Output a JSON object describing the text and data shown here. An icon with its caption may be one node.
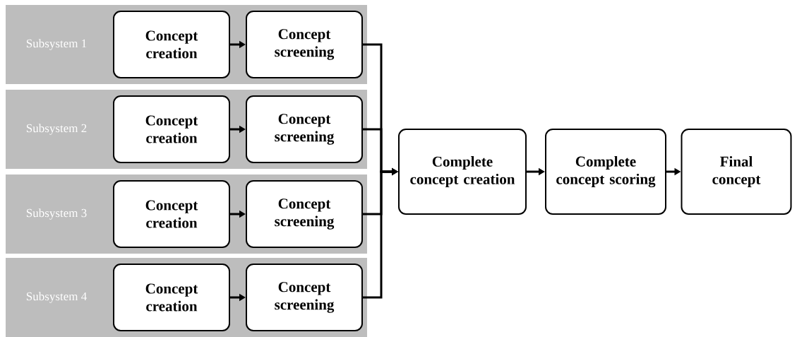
{
  "diagram": {
    "nodes": [
      {
        "text": [
          "Subsystem 1"
        ]
      },
      {
        "text": [
          "Concept creation"
        ],
        "in": 0
      },
      {
        "text": [
          "Concept screening"
        ],
        "in": 0
      },
      {
        "text": [
          "Subsystem 2"
        ]
      },
      {
        "text": [
          "Concept creation"
        ],
        "in": 3
      },
      {
        "text": [
          "Concept screening"
        ],
        "in": 3
      },
      {
        "text": [
          "Subsystem 3"
        ]
      },
      {
        "text": [
          "Concept creation"
        ],
        "in": 6
      },
      {
        "text": [
          "Concept screening"
        ],
        "in": 6
      },
      {
        "text": [
          "Subsystem 4"
        ]
      },
      {
        "text": [
          "Concept creation"
        ],
        "in": 9
      },
      {
        "text": [
          "Concept screening"
        ],
        "in": 9
      },
      {
        "text": [
          "Complete concept creation"
        ]
      },
      {
        "text": [
          "Complete concept scoring"
        ]
      },
      {
        "text": [
          "Final concept"
        ]
      }
    ],
    "edges": [
      {
        "from": 1,
        "to": 2,
        "arrow": "to"
      },
      {
        "from": 4,
        "to": 5,
        "arrow": "to"
      },
      {
        "from": 7,
        "to": 8,
        "arrow": "to"
      },
      {
        "from": 10,
        "to": 11,
        "arrow": "to"
      },
      {
        "from": 2,
        "to": 12,
        "arrow": "to"
      },
      {
        "from": 5,
        "to": 12,
        "arrow": "to"
      },
      {
        "from": 8,
        "to": 12,
        "arrow": "to"
      },
      {
        "from": 11,
        "to": 12,
        "arrow": "to"
      },
      {
        "from": 12,
        "to": 13,
        "arrow": "to"
      },
      {
        "from": 13,
        "to": 14,
        "arrow": "to"
      }
    ]
  }
}
